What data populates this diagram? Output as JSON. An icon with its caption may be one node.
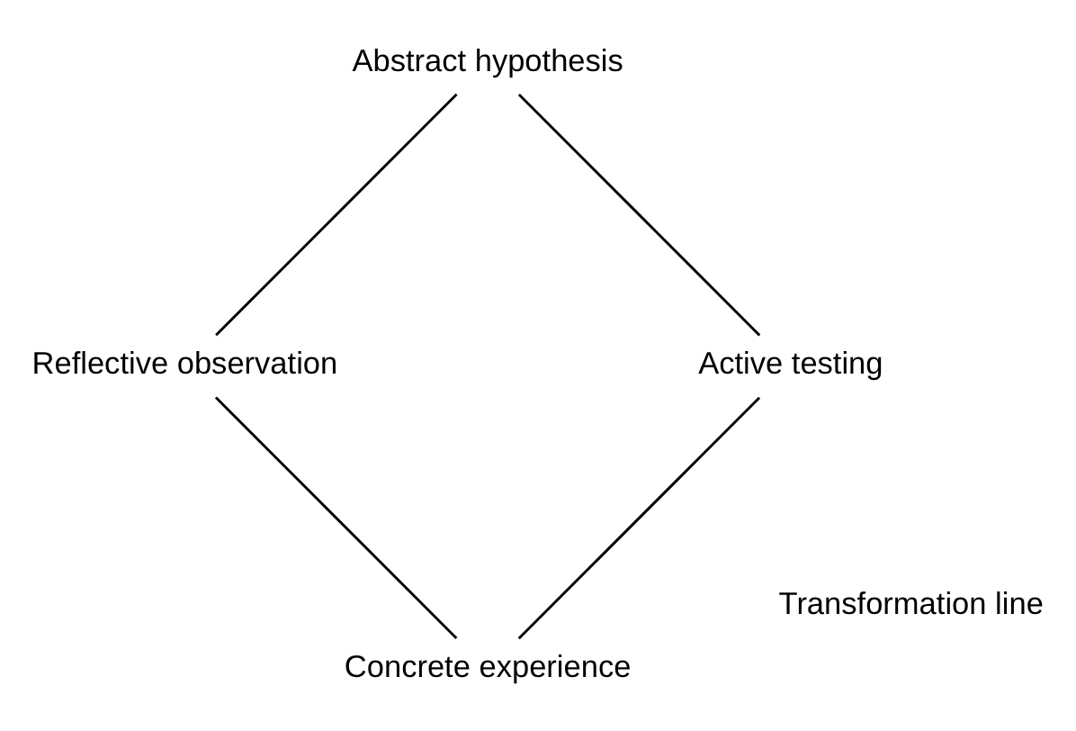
{
  "diagram": {
    "nodes": [
      {
        "text": [
          "Concrete experience"
        ]
      },
      {
        "text": [
          "Reflective observation"
        ]
      },
      {
        "text": [
          "Abstract hypothesis"
        ]
      },
      {
        "text": [
          "Active testing"
        ]
      }
    ],
    "edges": [
      {
        "from": 0,
        "to": 1,
        "arrow": "none"
      },
      {
        "from": 1,
        "to": 2,
        "arrow": "none"
      },
      {
        "from": 2,
        "to": 3,
        "arrow": "none"
      },
      {
        "from": 3,
        "to": 0,
        "arrow": "none"
      }
    ],
    "labels": [
      "Transformation line"
    ]
  }
}
